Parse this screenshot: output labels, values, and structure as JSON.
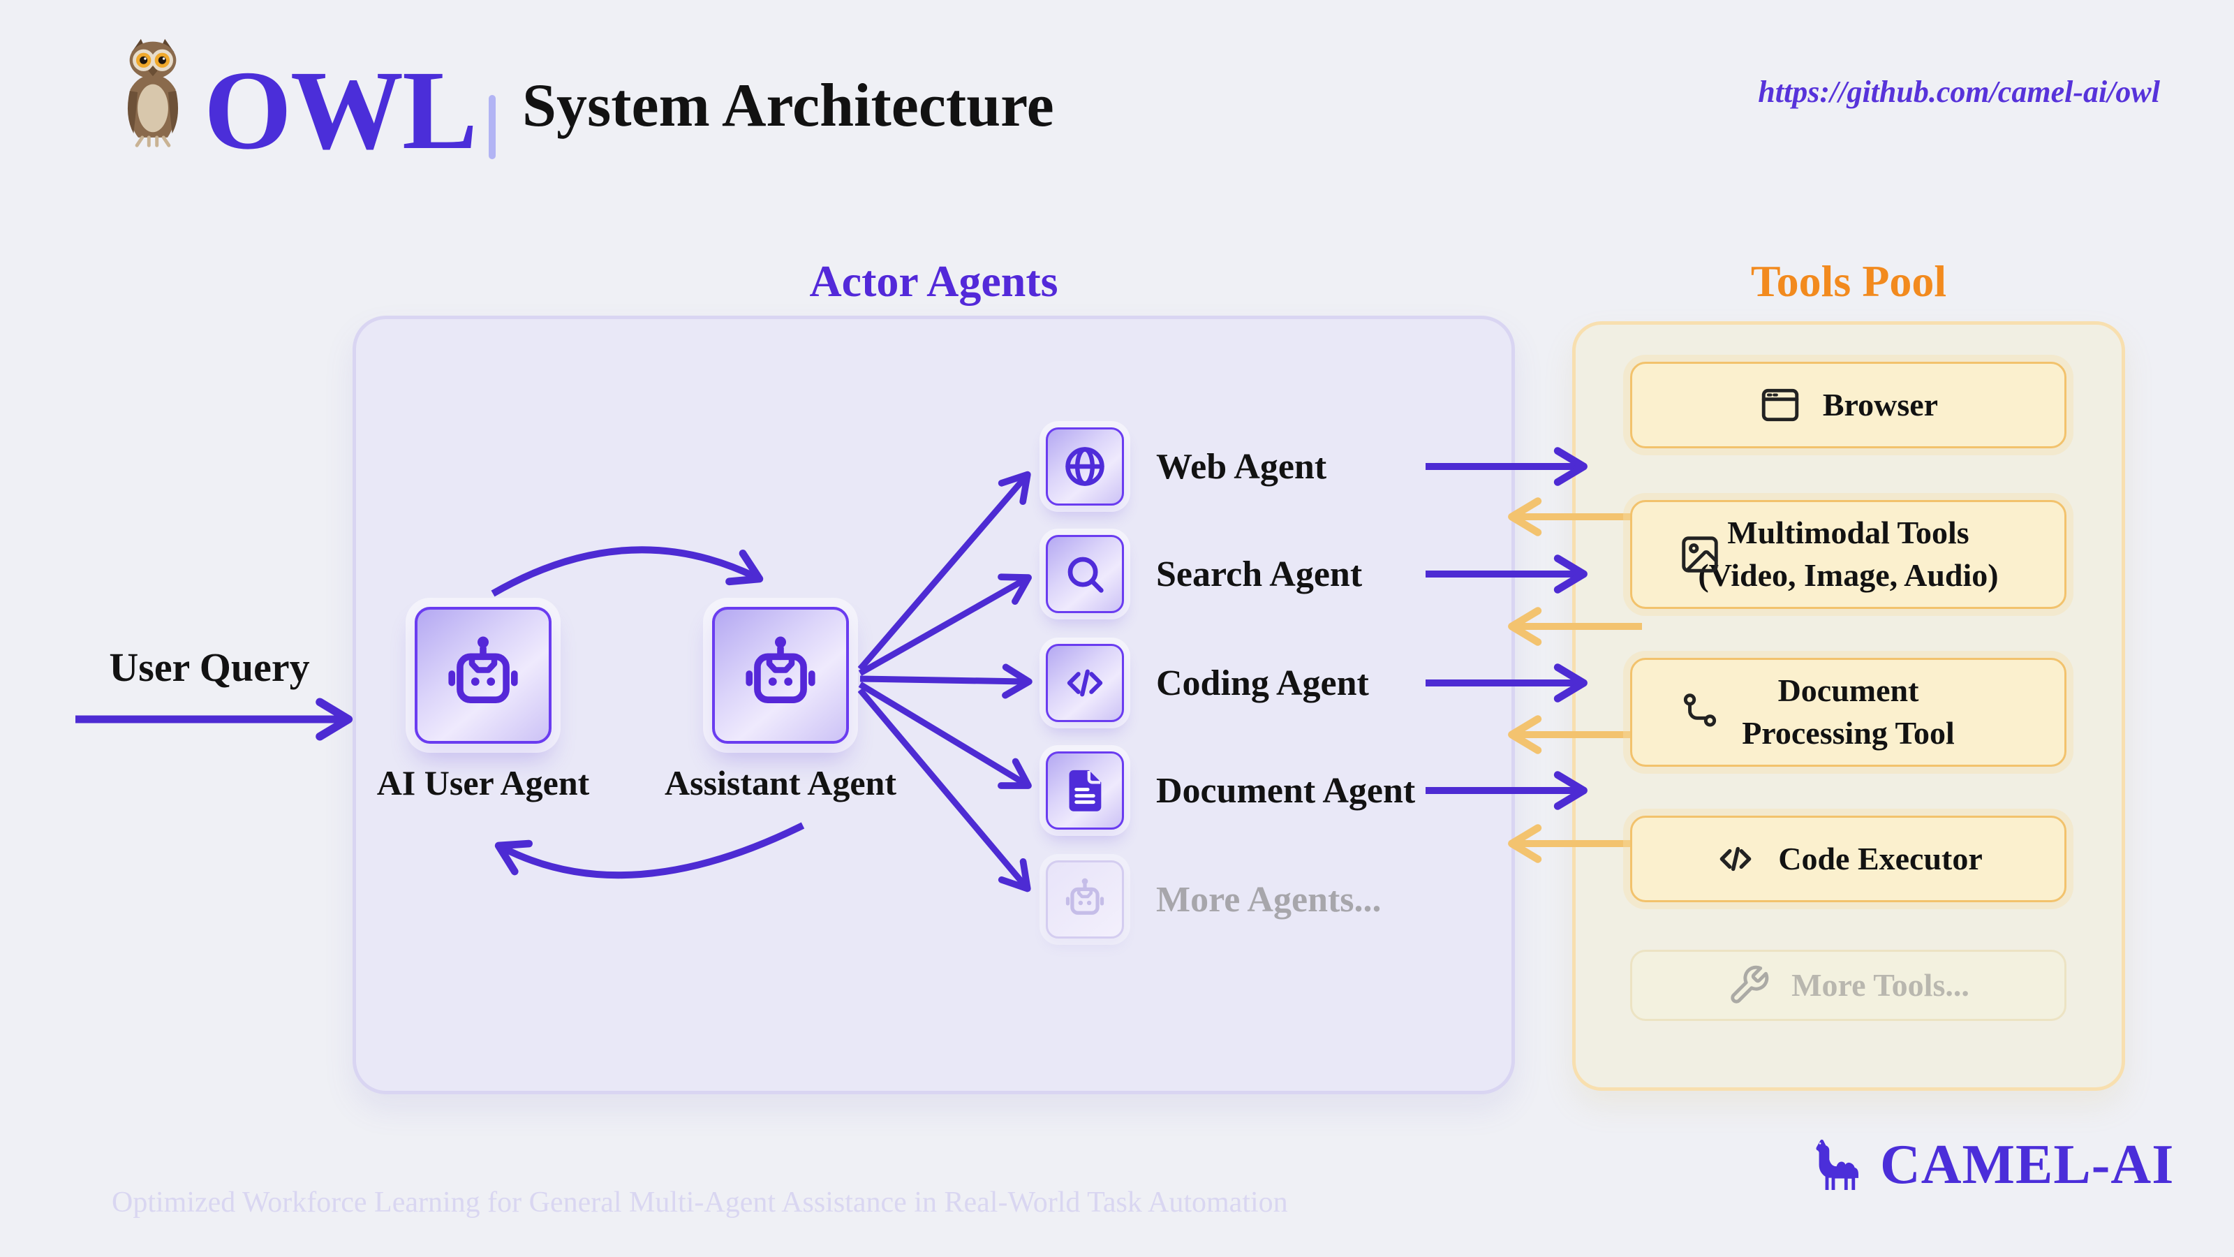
{
  "header": {
    "logo_text": "OWL",
    "title": "System Architecture",
    "link": "https://github.com/camel-ai/owl"
  },
  "sections": {
    "actor_agents": {
      "title": "Actor Agents"
    },
    "tools_pool": {
      "title": "Tools Pool"
    }
  },
  "user_query": {
    "label": "User Query"
  },
  "core_agents": [
    {
      "label": "AI User Agent",
      "icon": "robot-icon"
    },
    {
      "label": "Assistant Agent",
      "icon": "robot-icon"
    }
  ],
  "actor_agents": [
    {
      "label": "Web Agent",
      "icon": "globe-icon",
      "muted": false
    },
    {
      "label": "Search Agent",
      "icon": "search-icon",
      "muted": false
    },
    {
      "label": "Coding Agent",
      "icon": "code-icon",
      "muted": false
    },
    {
      "label": "Document Agent",
      "icon": "document-icon",
      "muted": false
    },
    {
      "label": "More Agents...",
      "icon": "robot-icon",
      "muted": true
    }
  ],
  "tools": [
    {
      "lines": [
        "Browser",
        ""
      ],
      "icon": "browser-icon",
      "muted": false
    },
    {
      "lines": [
        "Multimodal Tools",
        "(Video, Image, Audio)"
      ],
      "icon": "image-icon",
      "muted": false
    },
    {
      "lines": [
        "Document",
        "Processing Tool"
      ],
      "icon": "workflow-icon",
      "muted": false
    },
    {
      "lines": [
        "Code Executor",
        ""
      ],
      "icon": "code-icon",
      "muted": false
    },
    {
      "lines": [
        "More Tools...",
        ""
      ],
      "icon": "wrench-icon",
      "muted": true
    }
  ],
  "footer": {
    "tagline": "Optimized Workforce Learning for General Multi-Agent Assistance in Real-World Task Automation",
    "brand": "CAMEL-AI"
  },
  "colors": {
    "purple": "#4B2ED9",
    "purple_deep": "#4D2BD3",
    "orange_title": "#F28A1E",
    "orange_arrow": "#F3C36F",
    "panel_agents_bg": "#E9E8F7",
    "panel_tools_bg": "#F1EFE3",
    "tool_card_bg": "#FBF0CE",
    "tool_card_border": "#F2C26C",
    "background": "#EFF0F5"
  }
}
